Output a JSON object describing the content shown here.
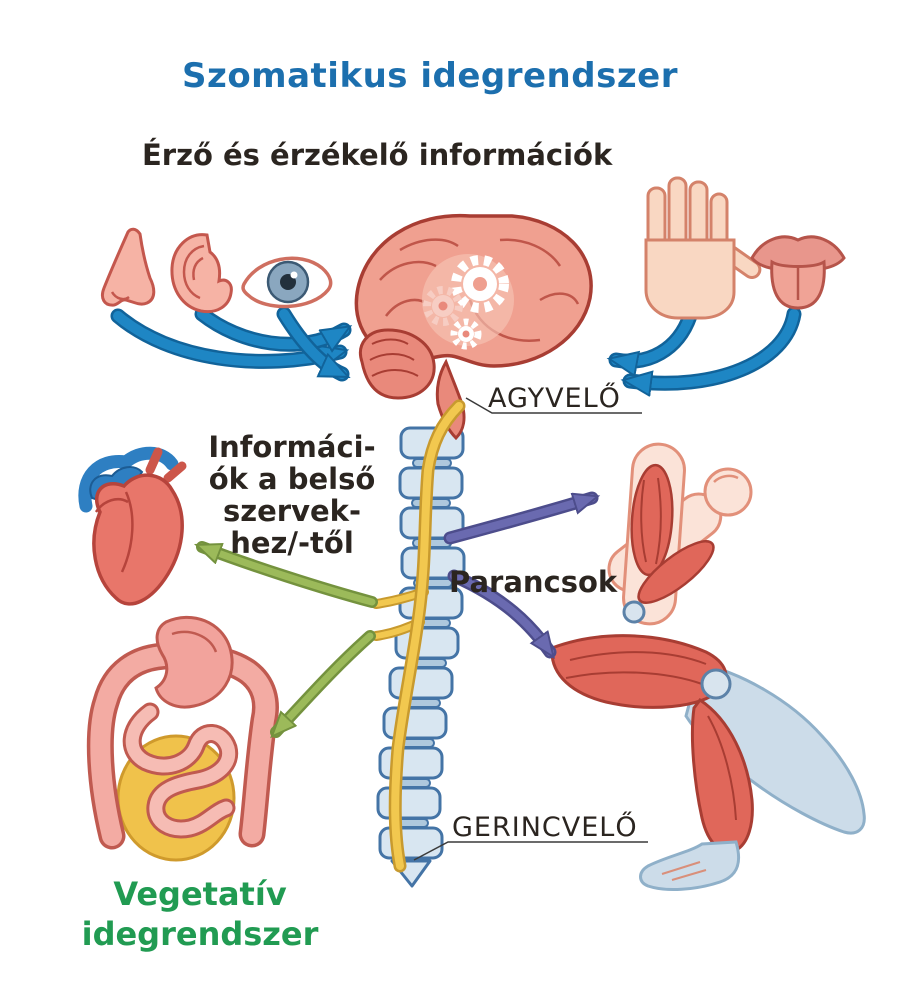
{
  "title": "Szomatikus idegrendszer",
  "subtitle": "Érző és érzékelő információk",
  "labels": {
    "brain": "AGYVELŐ",
    "spinal_cord": "GERINCVELŐ",
    "commands": "Parancsok",
    "internal_info_lines": [
      "Informáci-",
      "ók a belső",
      "szervek-",
      "hez/-től"
    ],
    "vegetative_lines": [
      "Vegetatív",
      "idegrendszer"
    ]
  },
  "colors": {
    "title_blue": "#1c6fae",
    "body_text": "#2b2520",
    "vegetative_green": "#219b52",
    "sensory_arrow_blue": "#1e86c4",
    "command_arrow_purple": "#6a6ab0",
    "visceral_arrow_green": "#9cba5a",
    "brain_pink": "#f0a090",
    "muscle_red": "#e0675a",
    "spine_blue": "#d8e6f1",
    "spinal_cord_yellow": "#f2c84f",
    "skin_pink": "#fbe3d8"
  },
  "icons": {
    "senses": [
      "nose-icon",
      "ear-icon",
      "eye-icon",
      "hand-icon",
      "tongue-icon"
    ],
    "central": [
      "brain-icon",
      "gears-icon",
      "spine-icon",
      "spinal-cord-icon"
    ],
    "organs": [
      "heart-icon",
      "intestines-icon",
      "arm-icon",
      "leg-icon"
    ],
    "arrows": [
      "sensory-arrows",
      "command-arrows",
      "visceral-arrows"
    ]
  }
}
